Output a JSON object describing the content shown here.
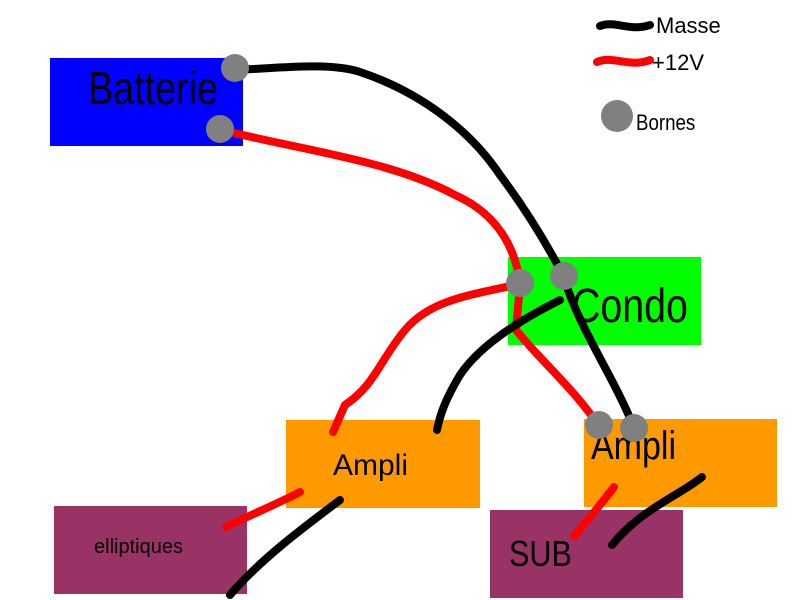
{
  "colors": {
    "batterie": "#0000FF",
    "condo": "#00FF00",
    "ampli": "#FF9900",
    "speaker": "#993366",
    "wire_ground": "#000000",
    "wire_positive": "#FF0000",
    "terminal": "#808080"
  },
  "legend": {
    "ground_label": "Masse",
    "positive_label": "+12V",
    "terminal_label": "Bornes"
  },
  "components": {
    "batterie": "Batterie",
    "condo": "Condo",
    "ampli_left": "Ampli",
    "ampli_right": "Ampli",
    "elliptiques": "elliptiques",
    "sub": "SUB"
  }
}
